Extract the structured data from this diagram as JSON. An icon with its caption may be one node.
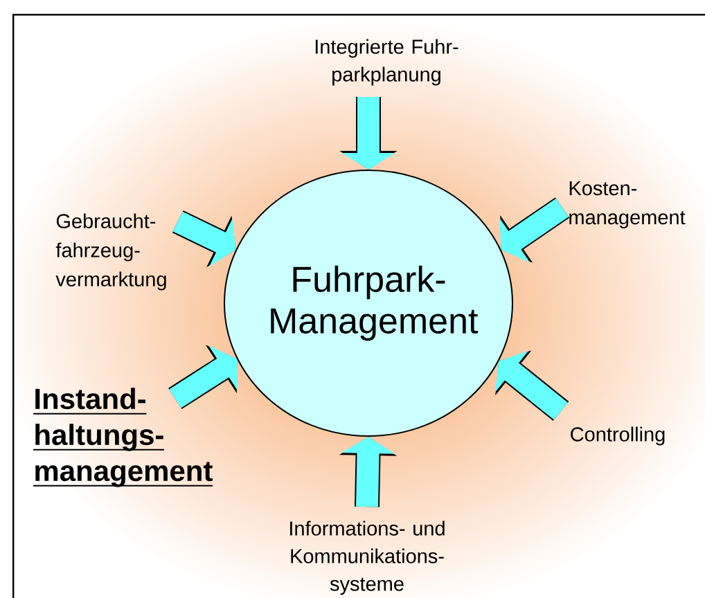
{
  "diagram": {
    "nodes": [
      {
        "text": [
          "Fuhrpark- Management"
        ]
      },
      {
        "text": [
          "Integrierte Fuhr- parkplanung"
        ]
      },
      {
        "text": [
          "Kosten- management"
        ]
      },
      {
        "text": [
          "Gebraucht- fahrzeug- vermarktung"
        ]
      },
      {
        "text": [
          "Instand- haltungs- management"
        ]
      },
      {
        "text": [
          "Controlling"
        ]
      },
      {
        "text": [
          "Informations- und Kommunikations- systeme"
        ]
      }
    ],
    "edges": [
      {
        "from": 1,
        "to": 0,
        "arrow": "to"
      },
      {
        "from": 2,
        "to": 0,
        "arrow": "to"
      },
      {
        "from": 3,
        "to": 0,
        "arrow": "to"
      },
      {
        "from": 4,
        "to": 0,
        "arrow": "to"
      },
      {
        "from": 5,
        "to": 0,
        "arrow": "to"
      },
      {
        "from": 6,
        "to": 0,
        "arrow": "to"
      }
    ]
  }
}
